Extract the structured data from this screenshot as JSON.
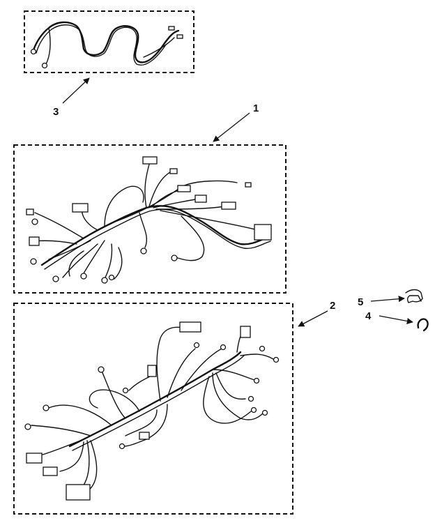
{
  "callouts": {
    "part1": "1",
    "part2": "2",
    "part3": "3",
    "part4": "4",
    "part5": "5"
  },
  "colors": {
    "ink": "#111111",
    "background": "#ffffff"
  }
}
